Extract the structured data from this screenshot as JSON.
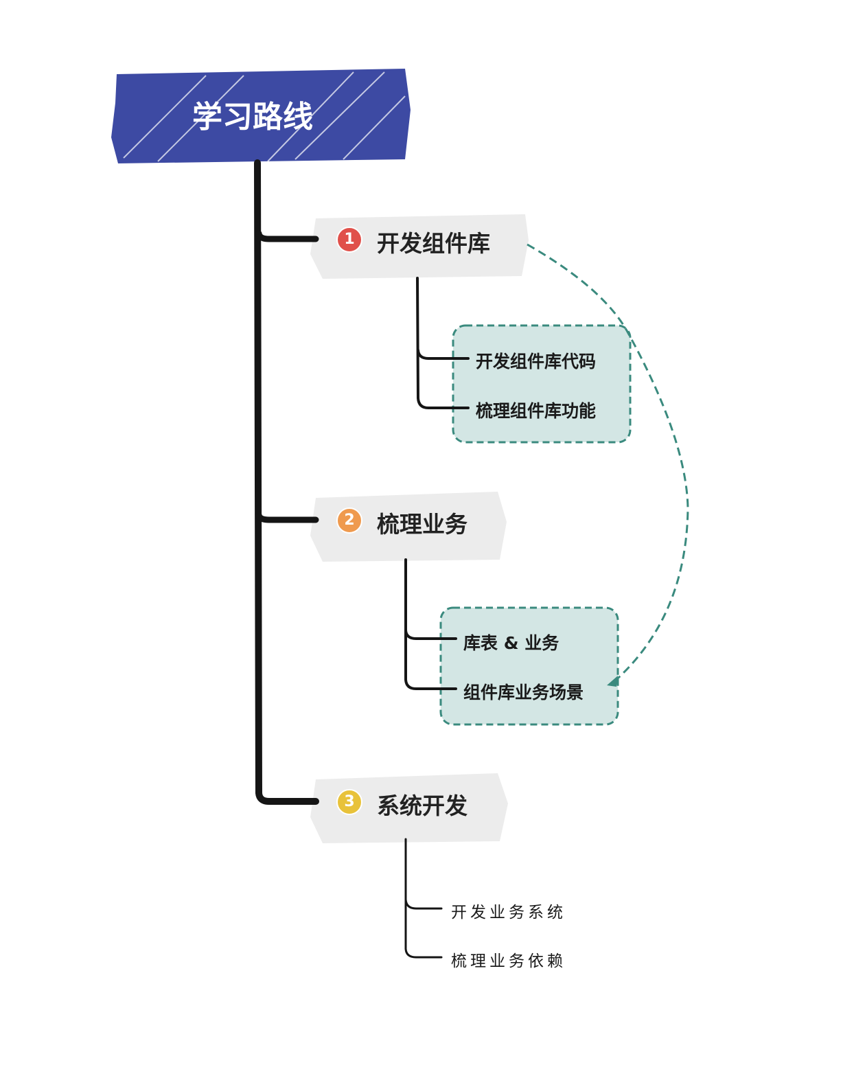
{
  "root": {
    "title": "学习路线"
  },
  "colors": {
    "root": "#3d4aa3",
    "topic_bg": "#ececec",
    "group_fill": "#d3e6e4",
    "group_stroke": "#3a8a7e",
    "num1": "#e0504a",
    "num2": "#ef9a4e",
    "num3": "#e8c23a"
  },
  "topics": [
    {
      "number": "1",
      "label": "开发组件库",
      "children": [
        "开发组件库代码",
        "梳理组件库功能"
      ]
    },
    {
      "number": "2",
      "label": "梳理业务",
      "children": [
        "库表 & 业务",
        "组件库业务场景"
      ]
    },
    {
      "number": "3",
      "label": "系统开发",
      "children": [
        "开发业务系统",
        "梳理业务依赖"
      ]
    }
  ]
}
